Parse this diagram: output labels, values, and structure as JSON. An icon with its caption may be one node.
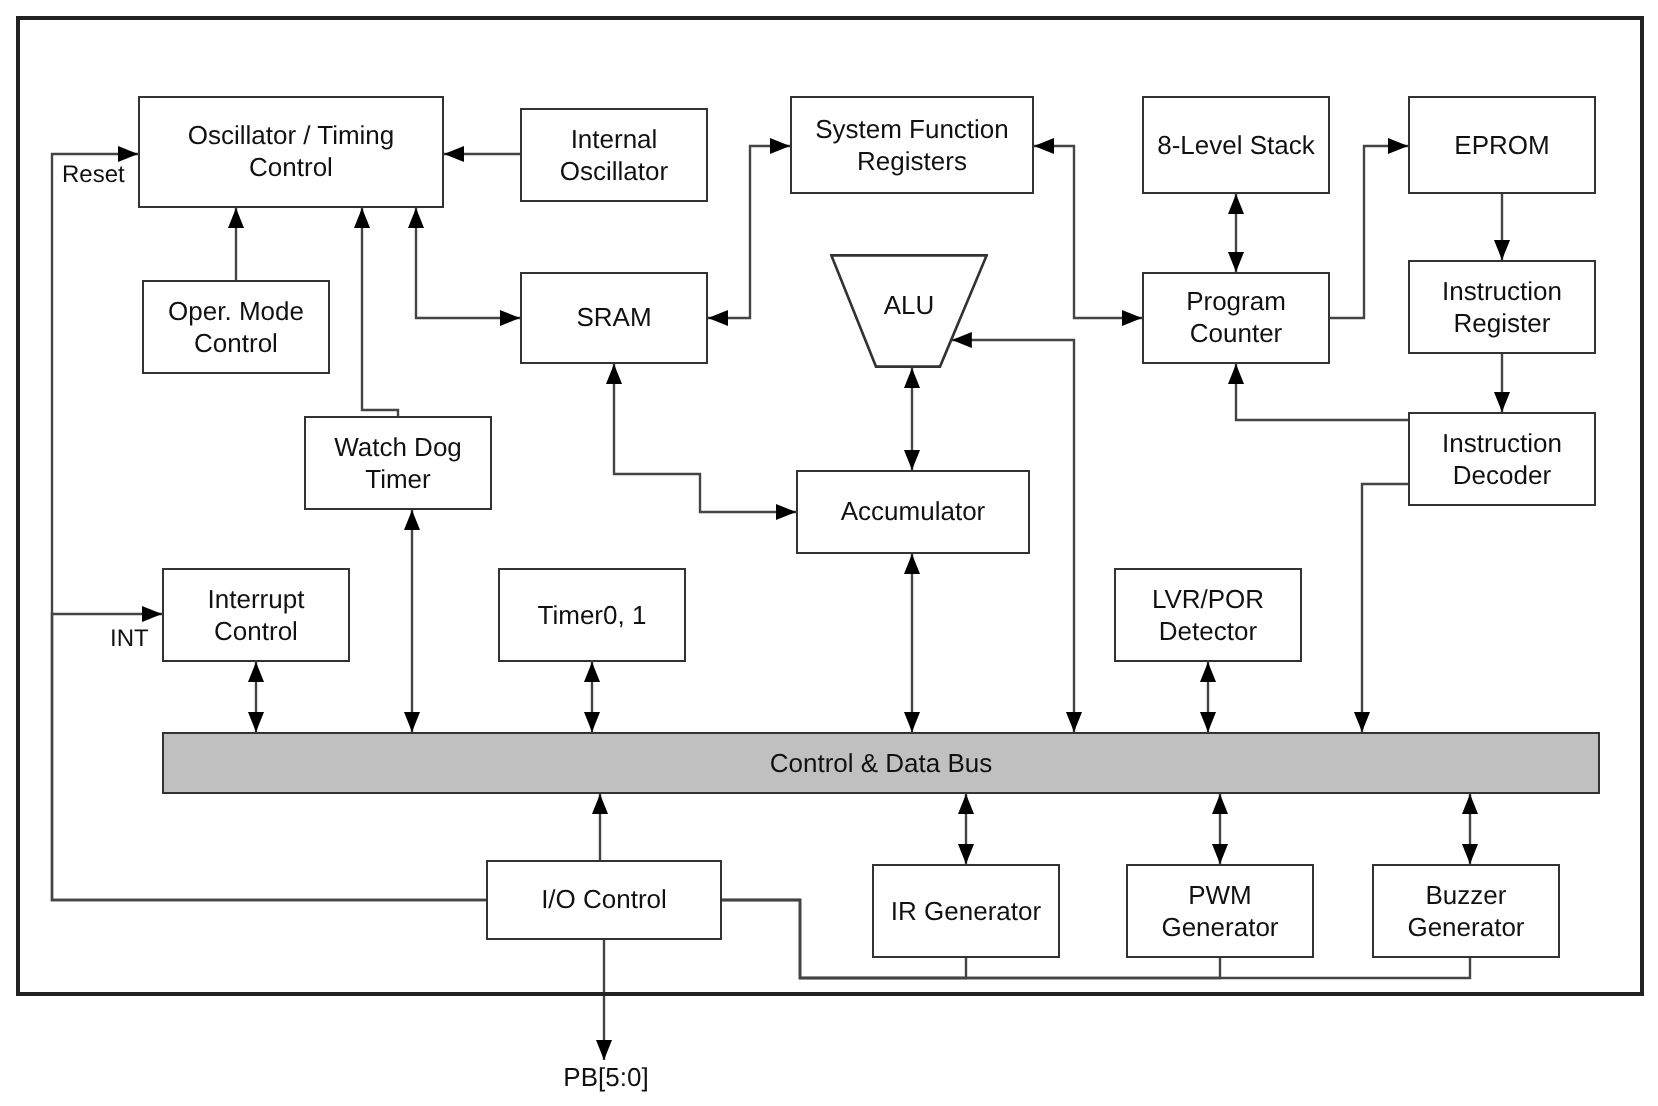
{
  "diagram": {
    "nodes": [
      {
        "text": [],
        "shape": "box"
      },
      {
        "text": [
          "Oscillator / Timing Control"
        ],
        "in": 0
      },
      {
        "text": [
          "Internal Oscillator"
        ],
        "in": 0
      },
      {
        "text": [
          "System Function Registers"
        ],
        "in": 0
      },
      {
        "text": [
          "8-Level Stack"
        ],
        "in": 0
      },
      {
        "text": [
          "EPROM"
        ],
        "in": 0
      },
      {
        "text": [
          "Oper. Mode Control"
        ],
        "in": 0
      },
      {
        "text": [
          "SRAM"
        ],
        "in": 0
      },
      {
        "text": [
          "ALU"
        ],
        "in": 0
      },
      {
        "text": [
          "Program Counter"
        ],
        "in": 0
      },
      {
        "text": [
          "Instruction Register"
        ],
        "in": 0
      },
      {
        "text": [
          "Watch Dog Timer"
        ],
        "in": 0
      },
      {
        "text": [
          "Accumulator"
        ],
        "in": 0
      },
      {
        "text": [
          "Instruction Decoder"
        ],
        "in": 0
      },
      {
        "text": [
          "Interrupt Control"
        ],
        "in": 0
      },
      {
        "text": [
          "Timer0, 1"
        ],
        "in": 0
      },
      {
        "text": [
          "LVR/POR Detector"
        ],
        "in": 0
      },
      {
        "text": [
          "Control & Data Bus"
        ],
        "in": 0
      },
      {
        "text": [
          "I/O Control"
        ],
        "in": 0
      },
      {
        "text": [
          "IR Generator"
        ],
        "in": 0
      },
      {
        "text": [
          "PWM Generator"
        ],
        "in": 0
      },
      {
        "text": [
          "Buzzer Generator"
        ],
        "in": 0
      },
      {
        "text": [
          "PB[5:0]"
        ]
      }
    ],
    "edges": [
      {
        "from": 2,
        "to": 1,
        "arrow": "to"
      },
      {
        "from": 6,
        "to": 1,
        "arrow": "to"
      },
      {
        "from": 11,
        "to": 1,
        "arrow": "to"
      },
      {
        "from": 1,
        "to": 7,
        "arrow": "both"
      },
      {
        "from": 3,
        "to": 7,
        "arrow": "both"
      },
      {
        "from": 3,
        "to": 9,
        "arrow": "both"
      },
      {
        "from": 4,
        "to": 9,
        "arrow": "both"
      },
      {
        "from": 9,
        "to": 5,
        "arrow": "to"
      },
      {
        "from": 5,
        "to": 10,
        "arrow": "to"
      },
      {
        "from": 10,
        "to": 13,
        "arrow": "to"
      },
      {
        "from": 13,
        "to": 9,
        "arrow": "to"
      },
      {
        "from": 7,
        "to": 12,
        "arrow": "both"
      },
      {
        "from": 8,
        "to": 12,
        "arrow": "both"
      },
      {
        "from": 8,
        "to": 17,
        "arrow": "both"
      },
      {
        "from": 11,
        "to": 17,
        "arrow": "both"
      },
      {
        "from": 14,
        "to": 17,
        "arrow": "both"
      },
      {
        "from": 15,
        "to": 17,
        "arrow": "both"
      },
      {
        "from": 12,
        "to": 17,
        "arrow": "both"
      },
      {
        "from": 16,
        "to": 17,
        "arrow": "both"
      },
      {
        "from": 13,
        "to": 17,
        "arrow": "to"
      },
      {
        "from": 18,
        "to": 17,
        "arrow": "to"
      },
      {
        "from": 19,
        "to": 17,
        "arrow": "both"
      },
      {
        "from": 20,
        "to": 17,
        "arrow": "both"
      },
      {
        "from": 21,
        "to": 17,
        "arrow": "both"
      },
      {
        "from": 18,
        "to": 1,
        "arrow": "to",
        "label": "Reset"
      },
      {
        "from": 18,
        "to": 14,
        "arrow": "to",
        "label": "INT"
      },
      {
        "from": 19,
        "to": 18,
        "arrow": "none"
      },
      {
        "from": 20,
        "to": 18,
        "arrow": "none"
      },
      {
        "from": 21,
        "to": 18,
        "arrow": "none"
      },
      {
        "from": 18,
        "to": 22,
        "arrow": "to"
      }
    ]
  }
}
